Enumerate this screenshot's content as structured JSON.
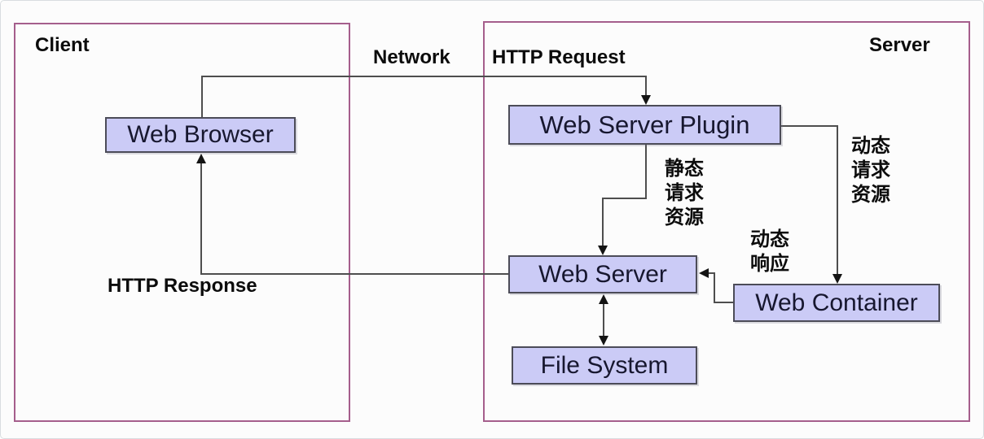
{
  "groups": {
    "client_label": "Client",
    "server_label": "Server"
  },
  "nodes": {
    "web_browser": "Web Browser",
    "web_server_plugin": "Web Server Plugin",
    "web_server": "Web Server",
    "web_container": "Web Container",
    "file_system": "File System"
  },
  "edge_labels": {
    "network": "Network",
    "http_request": "HTTP Request",
    "http_response": "HTTP Response",
    "static_request": {
      "lines": [
        "静态",
        "请求",
        "资源"
      ]
    },
    "dynamic_request": {
      "lines": [
        "动态",
        "请求",
        "资源"
      ]
    },
    "dynamic_response": {
      "lines": [
        "动态",
        "响应"
      ]
    }
  },
  "colors": {
    "group_border": "#a55e8c",
    "node_fill": "#cbcbf6",
    "node_border": "#4c4c58",
    "node_text": "#17172f",
    "connector": "#4e4e4e",
    "label_text": "#0c0c0c",
    "background": "#fcfcfc"
  }
}
